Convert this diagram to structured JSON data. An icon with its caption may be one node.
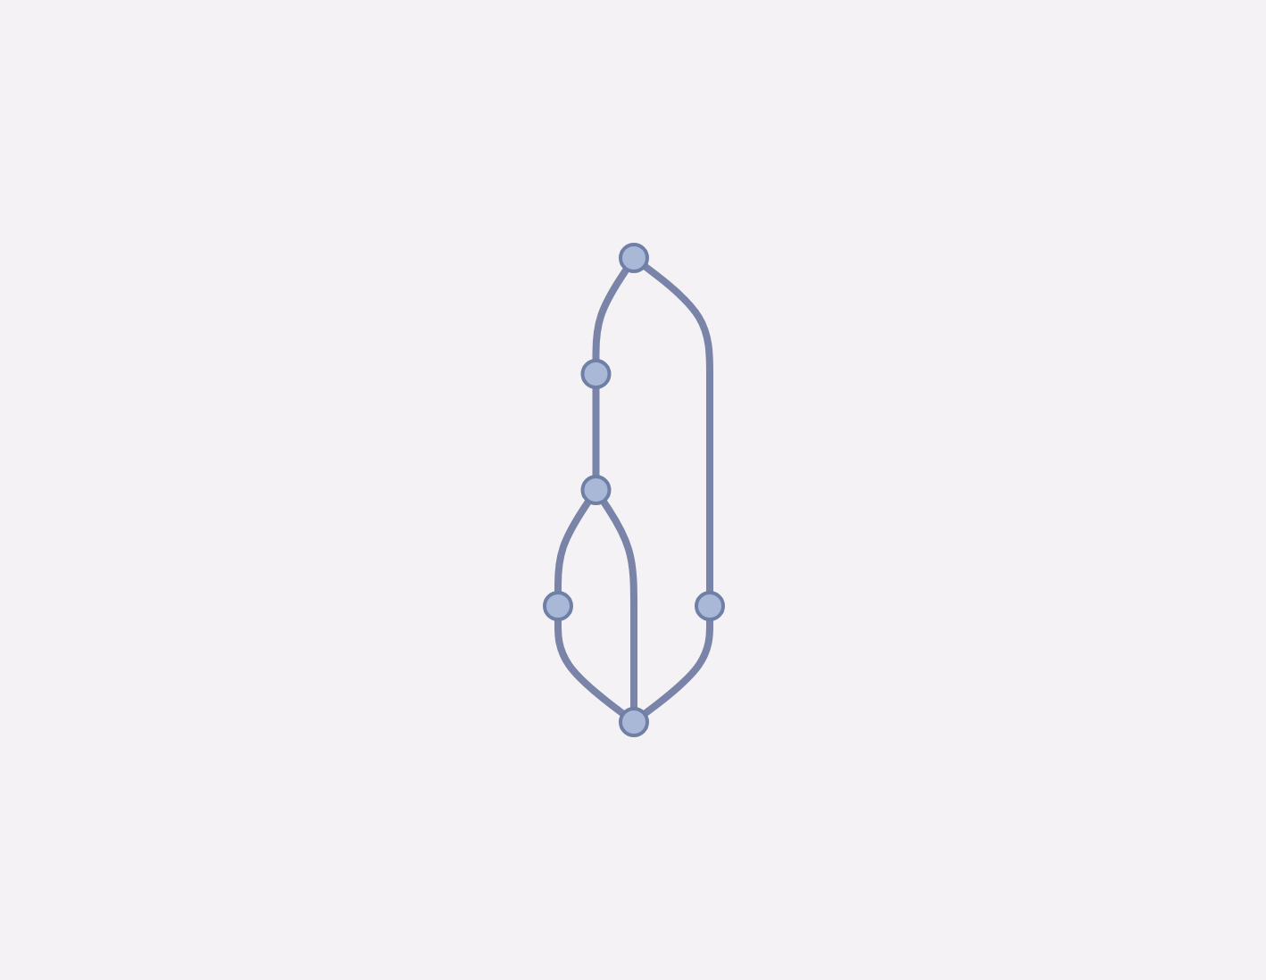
{
  "diagram": {
    "nodes": [
      {
        "text": [],
        "shape": "circle"
      },
      {
        "text": [],
        "shape": "circle"
      },
      {
        "text": [],
        "shape": "circle"
      },
      {
        "text": [],
        "shape": "circle"
      },
      {
        "text": [],
        "shape": "circle"
      },
      {
        "text": [],
        "shape": "circle"
      }
    ],
    "edges": [
      {
        "from": 0,
        "to": 1,
        "arrow": "none"
      },
      {
        "from": 0,
        "to": 2,
        "arrow": "none"
      },
      {
        "from": 1,
        "to": 3,
        "arrow": "none"
      },
      {
        "from": 3,
        "to": 4,
        "arrow": "none"
      },
      {
        "from": 3,
        "to": 5,
        "arrow": "none"
      },
      {
        "from": 2,
        "to": 5,
        "arrow": "none"
      },
      {
        "from": 4,
        "to": 5,
        "arrow": "none"
      }
    ]
  }
}
